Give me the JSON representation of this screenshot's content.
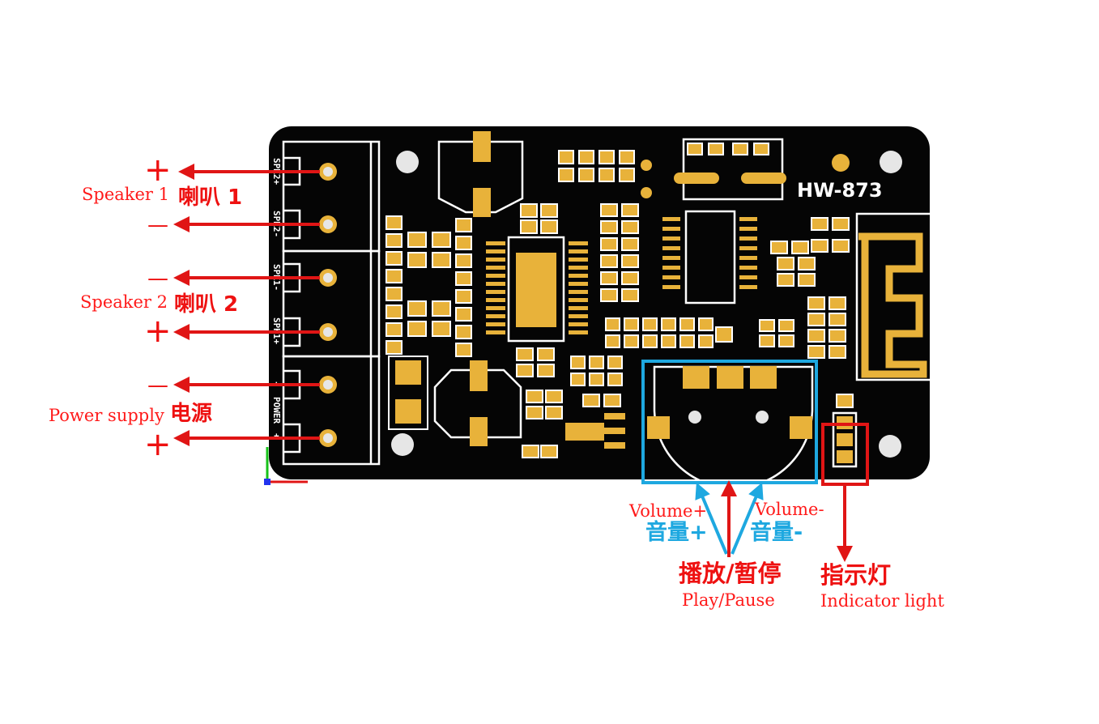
{
  "board": {
    "model": "HW-873",
    "silk": {
      "spk2_plus": "SPK2+",
      "spk2_minus": "SPK2-",
      "spk1_minus": "SPK1-",
      "spk1_plus": "SPK1+",
      "power_minus": "-",
      "power": "POWER",
      "power_plus": "+"
    },
    "colors": {
      "pcb": "#050505",
      "pad": "#e8b23a",
      "silk": "#ffffff",
      "highlight_blue": "#1ea8e0",
      "highlight_red": "#e01515"
    }
  },
  "labels": {
    "speaker1_en": "Speaker 1",
    "speaker1_cn": "喇叭 1",
    "speaker2_en": "Speaker 2",
    "speaker2_cn": "喇叭 2",
    "power_en": "Power supply",
    "power_cn": "电源",
    "vol_plus_en": "Volume+",
    "vol_plus_cn": "音量+",
    "vol_minus_en": "Volume-",
    "vol_minus_cn": "音量-",
    "play_cn": "播放/暂停",
    "play_en": "Play/Pause",
    "indicator_cn": "指示灯",
    "indicator_en": "Indicator light"
  },
  "signs": {
    "s1_plus": "+",
    "s1_minus": "—",
    "s2_minus": "—",
    "s2_plus": "+",
    "pw_minus": "—",
    "pw_plus": "+"
  }
}
